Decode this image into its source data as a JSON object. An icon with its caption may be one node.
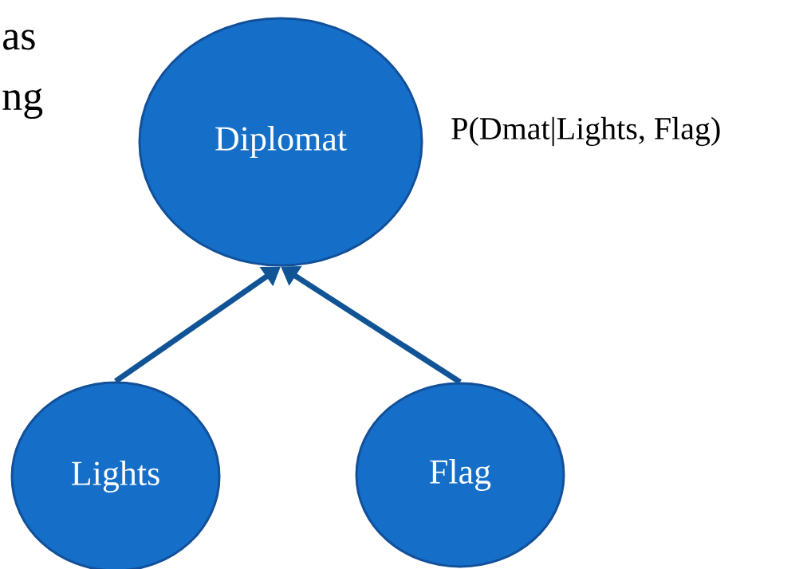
{
  "diagram": {
    "nodes": [
      {
        "text": [
          "Diplomat"
        ]
      },
      {
        "text": [
          "Lights"
        ]
      },
      {
        "text": [
          "Flag"
        ]
      }
    ],
    "edges": [
      {
        "from": 1,
        "to": 0,
        "arrow": "to"
      },
      {
        "from": 2,
        "to": 0,
        "arrow": "to"
      }
    ],
    "labels": [
      "as",
      "ng",
      "P(Dmat|Lights, Flag)"
    ]
  }
}
